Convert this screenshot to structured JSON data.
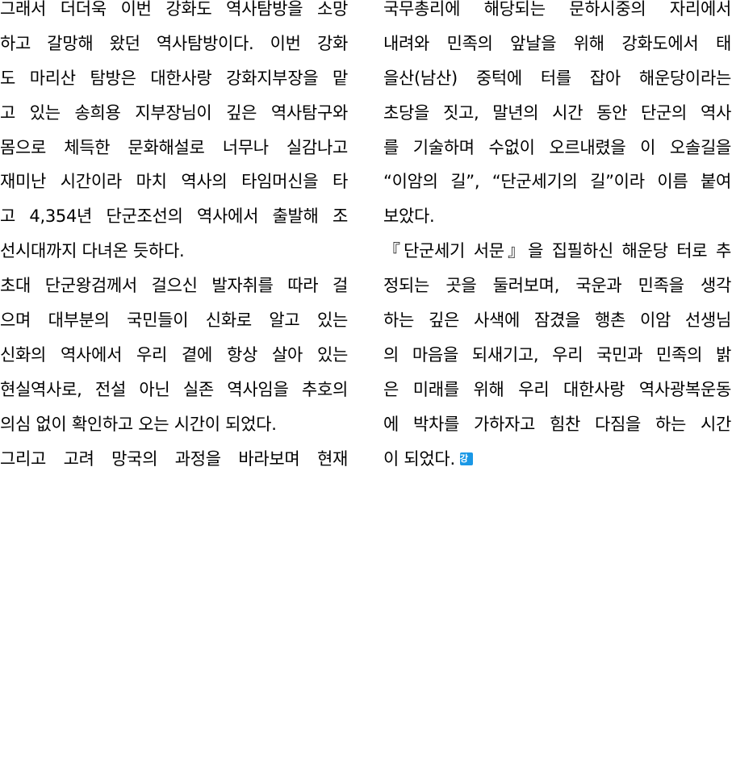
{
  "colors": {
    "text": "#000000",
    "background": "#ffffff",
    "end_mark": "#1a98e6"
  },
  "document": {
    "columns": [
      {
        "paragraphs": [
          {
            "lines": [
              "그래서 더더욱 이번 강화도 역사탐방을 소망",
              "하고 갈망해 왔던 역사탐방이다. 이번 강화",
              "도 마리산 탐방은 대한사랑 강화지부장을 맡",
              "고 있는 송희용 지부장님이 깊은 역사탐구와",
              "몸으로 체득한 문화해설로 너무나 실감나고",
              "재미난 시간이라 마치 역사의 타임머신을 타",
              "고 4,354년 단군조선의 역사에서 출발해 조",
              "선시대까지 다녀온 듯하다."
            ]
          },
          {
            "lines": [
              "초대 단군왕검께서 걸으신 발자취를 따라 걸",
              "으며 대부분의 국민들이 신화로 알고 있는",
              "신화의 역사에서 우리 곁에 항상 살아 있는",
              "현실역사로, 전설 아닌 실존 역사임을 추호의",
              "의심 없이 확인하고 오는 시간이 되었다."
            ]
          },
          {
            "lines": [
              "그리고 고려 망국의 과정을 바라보며 현재"
            ]
          }
        ]
      },
      {
        "paragraphs": [
          {
            "lines": [
              "국무총리에 해당되는 문하시중의 자리에서",
              "내려와 민족의 앞날을 위해 강화도에서 태",
              "을산(남산) 중턱에 터를 잡아 해운당이라는",
              "초당을 짓고, 말년의 시간 동안 단군의 역사",
              "를 기술하며 수없이 오르내렸을 이 오솔길을",
              "“이암의 길”, “단군세기의 길”이라 이름 붙여",
              "보았다."
            ]
          },
          {
            "lines": [
              "『단군세기 서문』을 집필하신 해운당 터로 추",
              "정되는 곳을 둘러보며, 국운과 민족을 생각",
              "하는 깊은 사색에 잠겼을 행촌 이암 선생님",
              "의 마음을 되새기고, 우리 국민과 민족의 밝",
              "은 미래를 위해 우리 대한사랑 역사광복운동",
              "에 박차를 가하자고 힘찬 다짐을 하는 시간",
              "이 되었다."
            ]
          }
        ]
      }
    ],
    "end_mark": {
      "label": "강",
      "icon": "end-mark-icon"
    }
  }
}
